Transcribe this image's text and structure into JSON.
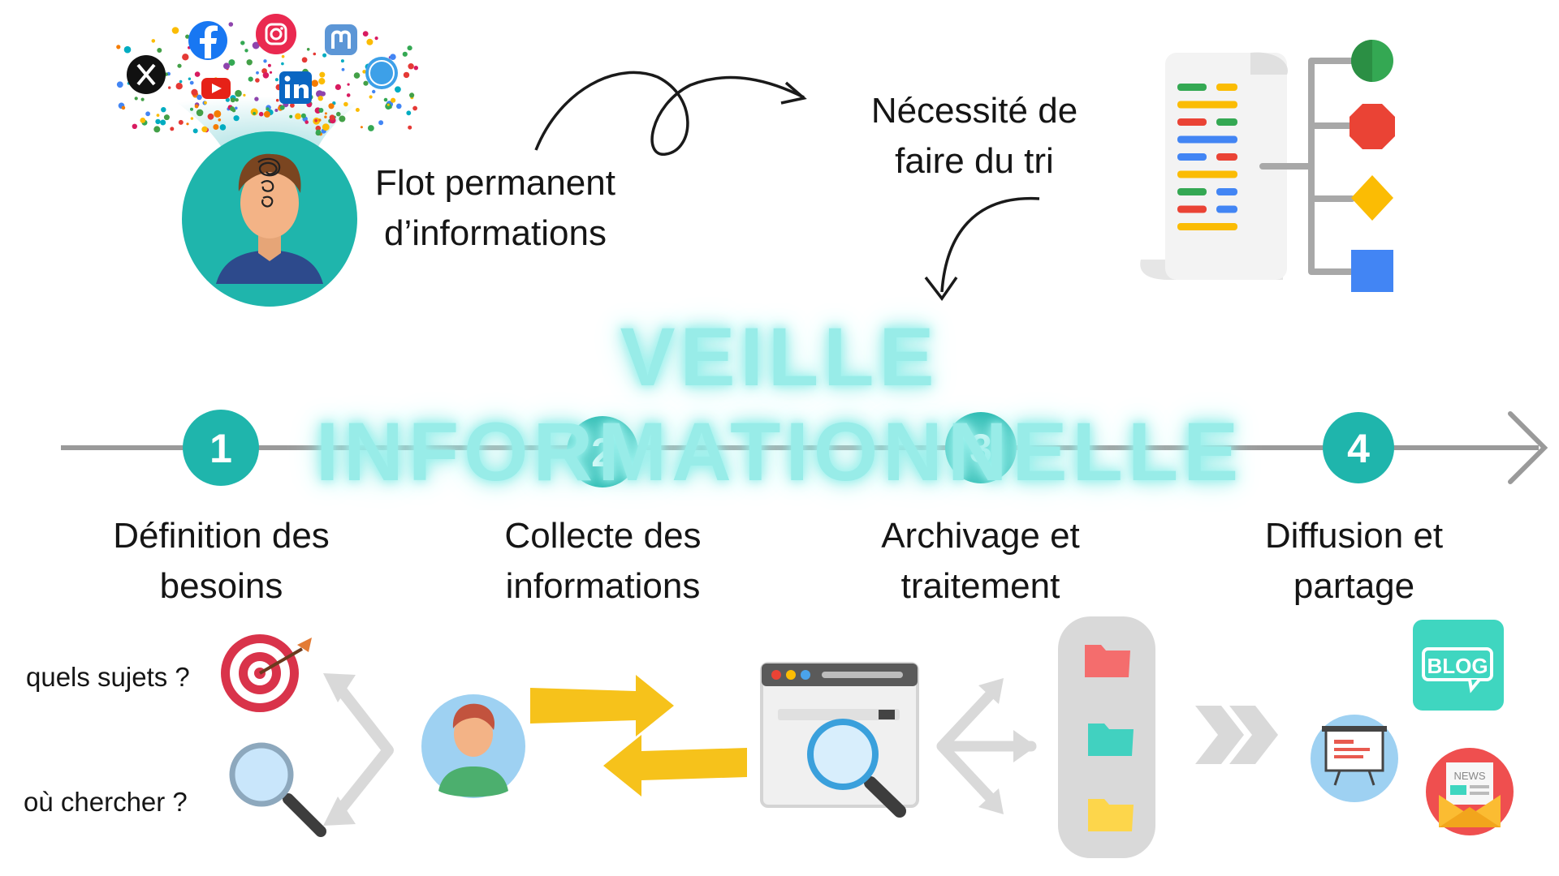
{
  "title": "VEILLE INFORMATIONNELLE",
  "top_texts": {
    "flow_line1": "Flot permanent",
    "flow_line2": "d’informations",
    "sort_line1": "Nécessité de",
    "sort_line2": "faire du tri"
  },
  "steps": [
    {
      "number": "1",
      "line1": "Définition des",
      "line2": "besoins"
    },
    {
      "number": "2",
      "line1": "Collecte des",
      "line2": "informations"
    },
    {
      "number": "3",
      "line1": "Archivage et",
      "line2": "traitement"
    },
    {
      "number": "4",
      "line1": "Diffusion et",
      "line2": "partage"
    }
  ],
  "questions": {
    "topics": "quels sujets ?",
    "where": "où chercher ?"
  },
  "icons": {
    "social": [
      "x-icon",
      "youtube-icon",
      "facebook-icon",
      "instagram-icon",
      "linkedin-icon",
      "mastodon-icon",
      "safari-icon"
    ],
    "step1": [
      "target-icon",
      "magnifier-icon"
    ],
    "step2": [
      "user-avatar-icon",
      "exchange-arrows-icon",
      "browser-search-icon"
    ],
    "step3": [
      "split-arrows-icon",
      "folders-icon"
    ],
    "step4": [
      "chevrons-icon",
      "presentation-icon",
      "blog-icon",
      "newsletter-icon"
    ],
    "blog_label": "BLOG",
    "news_label": "NEWS"
  },
  "colors": {
    "teal": "#1fb5ac",
    "timeline": "#9a9a9a",
    "glow_title": "#98ece8",
    "yellow_arrow": "#f6c21b",
    "light_gray": "#d9d9d9"
  }
}
